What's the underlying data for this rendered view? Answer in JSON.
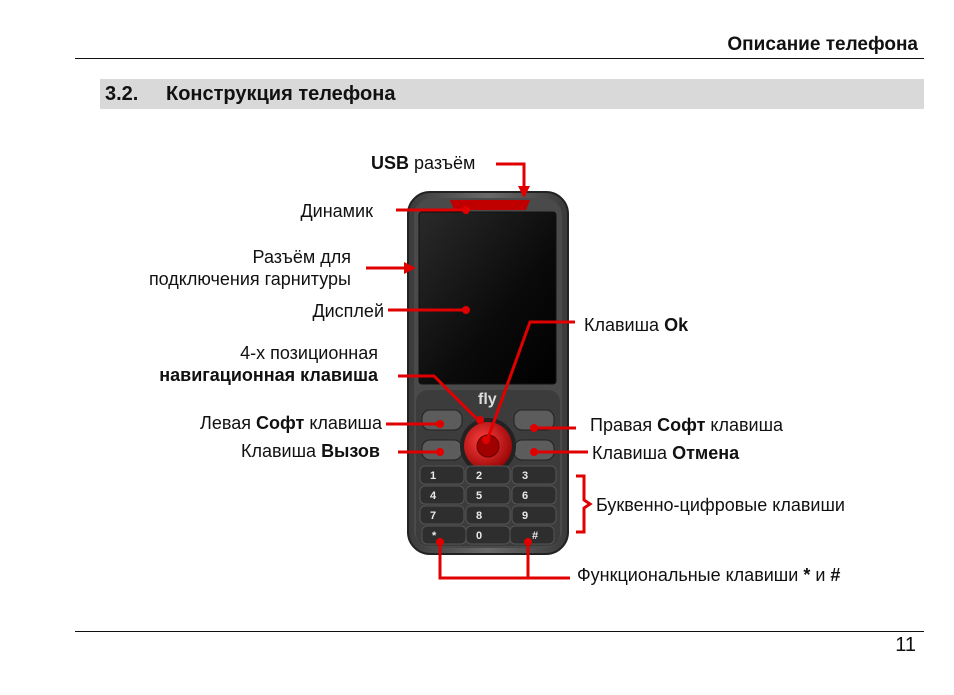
{
  "header": {
    "title": "Описание телефона"
  },
  "section": {
    "number": "3.2.",
    "title": "Конструкция телефона"
  },
  "labels": {
    "usb_bold": "USB",
    "usb_rest": " разъём",
    "speaker": "Динамик",
    "headset_line1": "Разъём для",
    "headset_line2": "подключения гарнитуры",
    "display": "Дисплей",
    "nav_line1": "4-х позиционная",
    "nav_line2": "навигационная клавиша",
    "left_soft_pre": "Левая ",
    "left_soft_bold": "Софт",
    "left_soft_post": " клавиша",
    "call_pre": "Клавиша ",
    "call_bold": "Вызов",
    "ok_pre": "Клавиша ",
    "ok_bold": "Ok",
    "right_soft_pre": "Правая ",
    "right_soft_bold": "Софт",
    "right_soft_post": " клавиша",
    "cancel_pre": "Клавиша ",
    "cancel_bold": "Отмена",
    "alnum": "Буквенно-цифровые клавиши",
    "func_pre": "Функциональные клавиши ",
    "func_star": "*",
    "func_and": " и ",
    "func_hash": "#"
  },
  "phone": {
    "brand": "fly",
    "keys": [
      "1",
      "2",
      "3",
      "4",
      "5",
      "6",
      "7",
      "8",
      "9",
      "*",
      "0",
      "#"
    ]
  },
  "colors": {
    "callout": "#e00000",
    "section_bg": "#d9d9d9",
    "phone_body": "#5a5a5a"
  },
  "footer": {
    "page_number": "11"
  }
}
